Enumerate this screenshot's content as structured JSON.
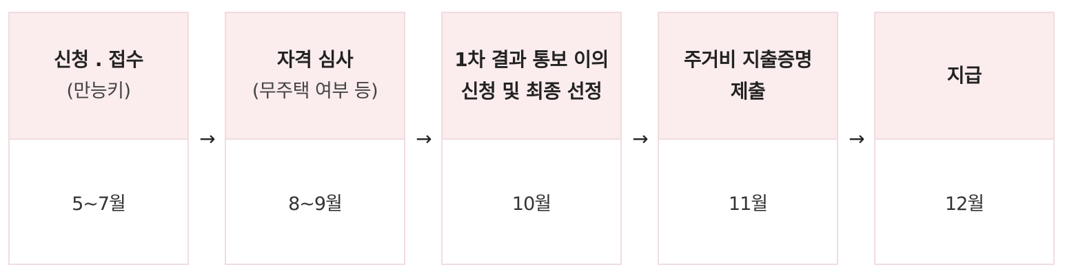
{
  "steps": [
    {
      "title_lines": [
        "신청 . 접수"
      ],
      "subtitle": "(만능키)",
      "period": "5~7월"
    },
    {
      "title_lines": [
        "자격 심사"
      ],
      "subtitle": "(무주택 여부 등)",
      "period": "8~9월"
    },
    {
      "title_lines": [
        "1차 결과 통보 이의",
        "신청 및 최종 선정"
      ],
      "subtitle": "",
      "period": "10월"
    },
    {
      "title_lines": [
        "주거비 지출증명",
        "제출"
      ],
      "subtitle": "",
      "period": "11월"
    },
    {
      "title_lines": [
        "지급"
      ],
      "subtitle": "",
      "period": "12월"
    }
  ],
  "arrow_glyph": "→",
  "colors": {
    "header_bg": "#fbeced",
    "border": "#f1dcdf"
  }
}
